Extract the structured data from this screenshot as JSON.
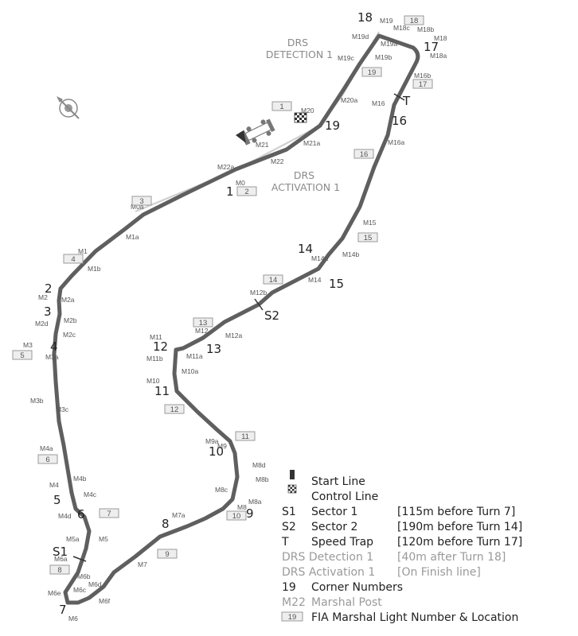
{
  "drs": {
    "detection": [
      "DRS",
      "DETECTION 1"
    ],
    "activation": [
      "DRS",
      "ACTIVATION 1"
    ]
  },
  "corners": [
    {
      "label": "1"
    },
    {
      "label": "2"
    },
    {
      "label": "3"
    },
    {
      "label": "4"
    },
    {
      "label": "5"
    },
    {
      "label": "6"
    },
    {
      "label": "7"
    },
    {
      "label": "8"
    },
    {
      "label": "9"
    },
    {
      "label": "10"
    },
    {
      "label": "11"
    },
    {
      "label": "12"
    },
    {
      "label": "13"
    },
    {
      "label": "14"
    },
    {
      "label": "15"
    },
    {
      "label": "16"
    },
    {
      "label": "17"
    },
    {
      "label": "18"
    },
    {
      "label": "19"
    }
  ],
  "sector_markers": [
    {
      "label": "S1"
    },
    {
      "label": "S2"
    },
    {
      "label": "T"
    }
  ],
  "marshal_posts": [
    "M19",
    "M18c",
    "M18b",
    "M18",
    "M18a",
    "M19d",
    "M19a",
    "M19c",
    "M19b",
    "M16b",
    "M16",
    "M16a",
    "M20a",
    "M20",
    "M21",
    "M21a",
    "M22a",
    "M22",
    "M0",
    "M0a",
    "M1",
    "M1a",
    "M1b",
    "M2",
    "M2a",
    "M2b",
    "M2c",
    "M2d",
    "M3",
    "M3a",
    "M3b",
    "M3c",
    "M4a",
    "M4",
    "M4b",
    "M4c",
    "M4d",
    "M5a",
    "M5",
    "M6a",
    "M6b",
    "M6c",
    "M6d",
    "M6e",
    "M6",
    "M6f",
    "M7",
    "M7a",
    "M8",
    "M8a",
    "M8b",
    "M8c",
    "M8d",
    "M9a",
    "M9",
    "M10",
    "M10a",
    "M11",
    "M11a",
    "M11b",
    "M12",
    "M12a",
    "M12b",
    "M14",
    "M14a",
    "M14b",
    "M15"
  ],
  "light_numbers": [
    "1",
    "2",
    "3",
    "4",
    "5",
    "6",
    "7",
    "8",
    "9",
    "10",
    "11",
    "12",
    "13",
    "14",
    "15",
    "16",
    "17",
    "18",
    "19"
  ],
  "legend": {
    "items": [
      {
        "symbol": "",
        "text": "Start Line"
      },
      {
        "symbol": "",
        "text": "Control Line"
      },
      {
        "symbol": "S1",
        "text": "Sector 1",
        "note": "[115m before Turn 7]"
      },
      {
        "symbol": "S2",
        "text": "Sector 2",
        "note": "[190m before Turn 14]"
      },
      {
        "symbol": "T",
        "text": "Speed Trap",
        "note": "[120m before Turn 17]"
      },
      {
        "symbol": "",
        "text": "DRS Detection 1",
        "note": "[40m after Turn 18]"
      },
      {
        "symbol": "",
        "text": "DRS Activation 1",
        "note": "[On Finish line]"
      },
      {
        "symbol": "19",
        "text": "Corner Numbers"
      },
      {
        "symbol": "M22",
        "text": "Marshal Post"
      },
      {
        "symbol": "19",
        "text": "FIA Marshal Light Number & Location"
      }
    ]
  },
  "colors": {
    "track": "#5f5f5f",
    "drs_zone": "#bdbdbd",
    "text": "#222222",
    "muted": "#8a8a8a"
  },
  "icons": [
    "compass-icon",
    "car-icon",
    "chequered-flag-icon",
    "start-line-icon"
  ]
}
